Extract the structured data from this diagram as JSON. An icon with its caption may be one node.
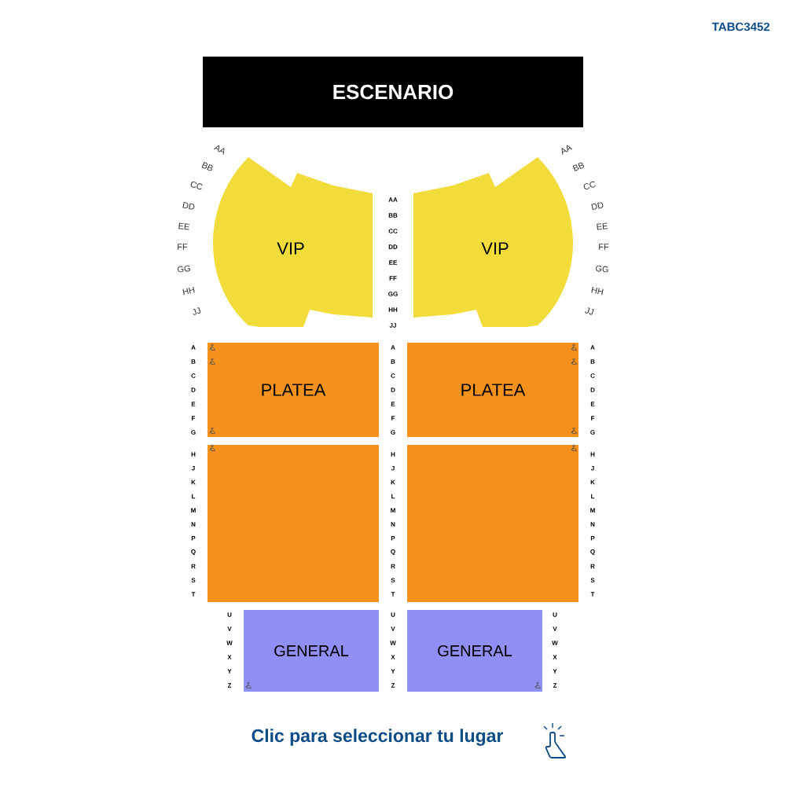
{
  "diagram": {
    "nodes": [
      {
        "text": [
          "ESCENARIO"
        ]
      },
      {
        "text": [
          "VIP"
        ]
      },
      {
        "text": [
          "VIP"
        ]
      },
      {
        "text": [
          "PLATEA"
        ]
      },
      {
        "text": [
          "PLATEA"
        ]
      },
      {
        "text": [],
        "shape": "box"
      },
      {
        "text": [],
        "shape": "box"
      },
      {
        "text": [
          "GENERAL"
        ]
      },
      {
        "text": [
          "GENERAL"
        ]
      }
    ],
    "labels": [
      "TABC3452",
      "AA",
      "BB",
      "CC",
      "DD",
      "EE",
      "FF",
      "GG",
      "HH",
      "JJ",
      "AA",
      "BB",
      "CC",
      "DD",
      "EE",
      "FF",
      "GG",
      "HH",
      "JJ",
      "AA",
      "BB",
      "CC",
      "DD",
      "EE",
      "FF",
      "GG",
      "HH",
      "JJ",
      "A",
      "B",
      "C",
      "D",
      "E",
      "F",
      "G",
      "H",
      "J",
      "K",
      "L",
      "M",
      "N",
      "P",
      "Q",
      "R",
      "S",
      "T",
      "A",
      "B",
      "C",
      "D",
      "E",
      "F",
      "G",
      "H",
      "J",
      "K",
      "L",
      "M",
      "N",
      "P",
      "Q",
      "R",
      "S",
      "T",
      "A",
      "B",
      "C",
      "D",
      "E",
      "F",
      "G",
      "H",
      "J",
      "K",
      "L",
      "M",
      "N",
      "P",
      "Q",
      "R",
      "S",
      "T",
      "U",
      "V",
      "W",
      "X",
      "Y",
      "Z",
      "U",
      "V",
      "W",
      "X",
      "Y",
      "Z",
      "U",
      "V",
      "W",
      "X",
      "Y",
      "Z",
      "Clic para seleccionar tu lugar"
    ]
  }
}
